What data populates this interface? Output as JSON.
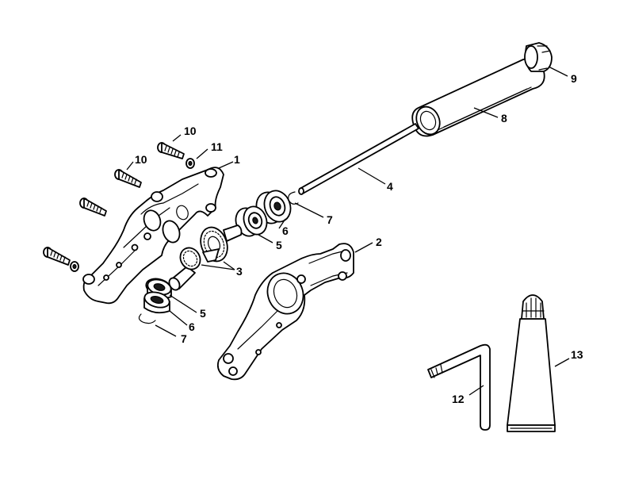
{
  "callouts": {
    "c1": "1",
    "c2": "2",
    "c3": "3",
    "c4": "4",
    "c5a": "5",
    "c5b": "5",
    "c6a": "6",
    "c6b": "6",
    "c7a": "7",
    "c7b": "7",
    "c8": "8",
    "c9": "9",
    "c10a": "10",
    "c10b": "10",
    "c11": "11",
    "c12": "12",
    "c13": "13"
  },
  "colors": {
    "line": "#000000",
    "background": "#ffffff"
  }
}
